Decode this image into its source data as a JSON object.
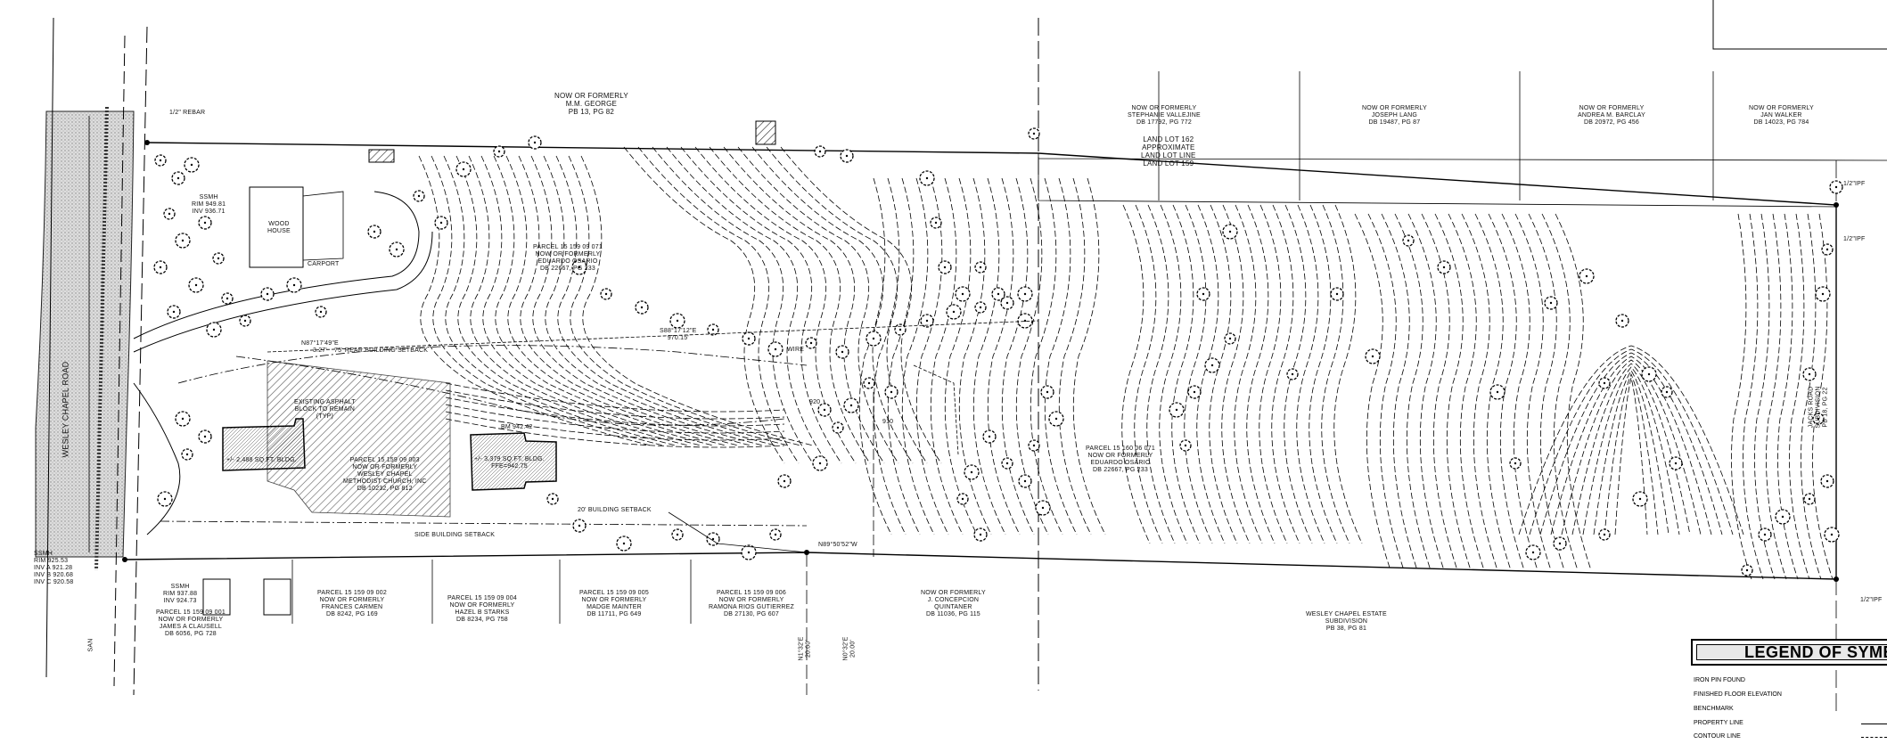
{
  "title": "",
  "labels": {
    "rebar": "1/2\" REBAR",
    "sewer_mh_1": "SSMH\nRIM 949.81\nINV 936.71",
    "sewer_mh_2": "SSMH\nRIM 925.53\nINV A 921.28\nINV B 920.68\nINV C 920.58",
    "sewer_mh_3": "SSMH\nRIM 937.88\nINV 924.73",
    "road": "WESLEY CHAPEL ROAD",
    "san": "SAN",
    "iron_pin_right_top": "1/2\"IPF",
    "iron_pin_right_mid": "1/2\"IPF",
    "iron_pin_right_bottom": "1/2\"IPF",
    "top_george": "NOW OR FORMERLY\nM.M. GEORGE\nPB 13, PG 82",
    "top_vallejo": "NOW OR FORMERLY\nSTEPHANIE VALLEJINE\nDB 17792, PG 772",
    "top_lang": "NOW OR FORMERLY\nJOSEPH LANG\nDB 19487, PG 87",
    "top_barclay": "NOW OR FORMERLY\nANDREA M. BARCLAY\nDB 20972, PG 456",
    "top_walker": "NOW OR FORMERLY\nJAN WALKER\nDB 14023, PG 784",
    "land_lot": "LAND LOT 162\nAPPROXIMATE\nLAND LOT LINE\nLAND LOT 159",
    "parcel_main": "PARCEL 15 159 09 071\nNOW OR FORMERLY\nEDUARDO OSARIO\nDB 22667, PG 233",
    "parcel_church": "PARCEL 15 159 09 003\nNOW OR FORMERLY\nWESLEY CHAPEL\nMETHODIST CHURCH, INC\nDB 10232, PG 812",
    "parcel_east": "PARCEL 15 160 06 071\nNOW OR FORMERLY\nEDUARDO OSARIO\nDB 22667, PG 233",
    "existing_asphalt": "EXISTING ASPHALT\nBLOCK TO REMAIN\n(TYP)",
    "building_1": "+/- 2,488 SQ.FT. BLDG.",
    "building_2": "+/- 3,379 SQ.FT. BLDG.\nFFE=942.75",
    "bm": "BM 942.42",
    "wooden_house": "WOOD\nHOUSE",
    "carport": "CARPORT",
    "setback_front": "75' REAR BUILDING SETBACK",
    "setback_rear": "20' BUILDING SETBACK",
    "setback_side": "SIDE BUILDING SETBACK",
    "bearing_1": "S88°17'12\"E\n970.15'",
    "bearing_2": "N87°17'49\"E\n3.27'",
    "bearing_3": "N89°50'52\"W",
    "wire": "WIRE",
    "bottom_clausell": "PARCEL 15 159 09 001\nNOW OR FORMERLY\nJAMES A CLAUSELL\nDB 6056, PG 728",
    "bottom_carmen": "PARCEL 15 159 09 002\nNOW OR FORMERLY\nFRANCES CARMEN\nDB 8242, PG 169",
    "bottom_starks": "PARCEL 15 159 09 004\nNOW OR FORMERLY\nHAZEL B STARKS\nDB 8234, PG 758",
    "bottom_mainter": "PARCEL 15 159 09 005\nNOW OR FORMERLY\nMADGE MAINTER\nDB 11711, PG 649",
    "bottom_gutierrez": "PARCEL 15 159 09 006\nNOW OR FORMERLY\nRAMONA RIOS GUTIERREZ\nDB 27130, PG 607",
    "bottom_quintanr": "NOW OR FORMERLY\nJ. CONCEPCION\nQUINTANER\nDB 11036, PG 115",
    "wesley_estate": "WESLEY CHAPEL ESTATE\nSUBDIVISION\nPB 38, PG 81",
    "bearing_bottom_1": "N1°32'E\n20.00'",
    "bearing_bottom_2": "N0°32'E\n20.00'",
    "jacks_road": "JACKS ROAD\nSUBDIVISION\nPB 18, PG 22",
    "elev_910": "910",
    "elev_920": "920"
  },
  "legend": {
    "title": "LEGEND OF SYMB",
    "items": [
      "IRON PIN FOUND",
      "FINISHED FLOOR ELEVATION",
      "BENCHMARK",
      "PROPERTY LINE",
      "CONTOUR LINE"
    ]
  }
}
